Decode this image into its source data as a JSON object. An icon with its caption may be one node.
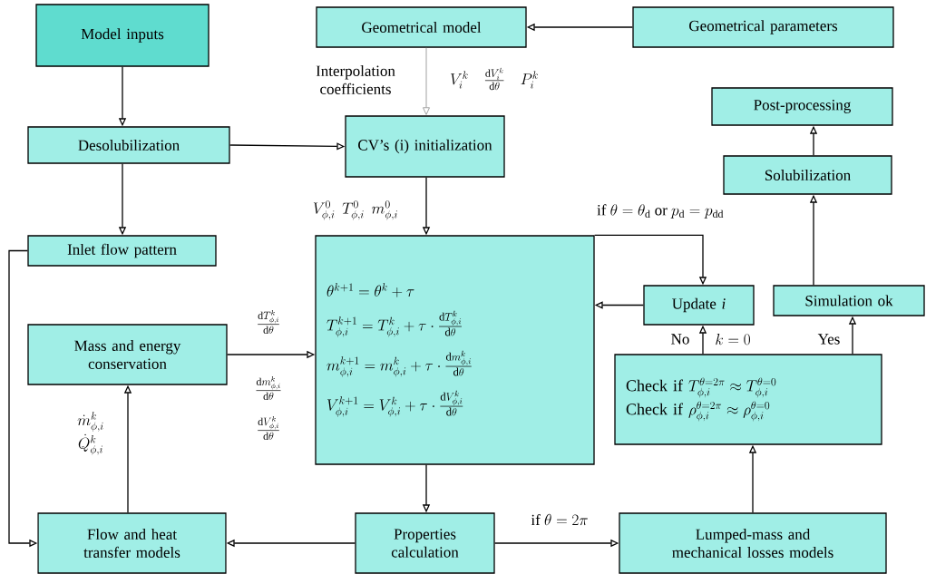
{
  "diagram": {
    "nodes": [
      {
        "text": [
          "Model inputs"
        ]
      },
      {
        "text": [
          "Geometrical model"
        ]
      },
      {
        "text": [
          "Geometrical parameters"
        ]
      },
      {
        "text": [
          "Desolubilization"
        ]
      },
      {
        "text": [
          "CV’s (i) initialization"
        ]
      },
      {
        "text": [
          "Post-processing"
        ]
      },
      {
        "text": [
          "Solubilization"
        ]
      },
      {
        "text": [
          "Inlet flow pattern"
        ]
      },
      {
        "text": [
          "\\theta^{k+1} = \\theta^{k} + \\tau",
          "T^{k+1}_{\\phi,i} = T^{k}_{\\phi,i} + \\tau \\cdot \\frac{\\mathrm{d}T^{k}_{\\phi,i}}{\\mathrm{d}\\theta}",
          "m^{k+1}_{\\phi,i} = m^{k}_{\\phi,i} + \\tau \\cdot \\frac{\\mathrm{d}m^{k}_{\\phi,i}}{\\mathrm{d}\\theta}",
          "V^{k+1}_{\\phi,i} = V^{k}_{\\phi,i} + \\tau \\cdot \\frac{\\mathrm{d}V^{k}_{\\phi,i}}{\\mathrm{d}\\theta}"
        ]
      },
      {
        "text": [
          "Update *i*"
        ]
      },
      {
        "text": [
          "Simulation ok"
        ]
      },
      {
        "text": [
          "Mass and energy conservation"
        ]
      },
      {
        "text": [
          "\\text{Check if } T^{\\theta=2\\pi}_{\\phi,i} \\approx T^{\\theta=0}_{\\phi,i}",
          "\\text{Check if } \\rho^{\\theta=2\\pi}_{\\phi,i} \\approx \\rho^{\\theta=0}_{\\phi,i}"
        ]
      },
      {
        "text": [
          "Flow and heat transfer models"
        ]
      },
      {
        "text": [
          "Properties calculation"
        ]
      },
      {
        "text": [
          "Lumped-mass and mechanical losses models"
        ]
      }
    ],
    "edges": [
      {
        "from": 2,
        "to": 1,
        "arrow": "to"
      },
      {
        "from": 1,
        "to": 4,
        "arrow": "to",
        "label": "Interpolation coefficients",
        "color": "#8c8c8c"
      },
      {
        "from": 0,
        "to": 3,
        "arrow": "to"
      },
      {
        "from": 3,
        "to": 4,
        "arrow": "to"
      },
      {
        "from": 3,
        "to": 7,
        "arrow": "to"
      },
      {
        "from": 4,
        "to": 8,
        "arrow": "to",
        "label": "V^{0}_{\\phi,i}\\;\\, T^{0}_{\\phi,i}\\;\\, m^{0}_{\\phi,i}"
      },
      {
        "from": 8,
        "to": 9,
        "arrow": "to",
        "label": "\\text{if } \\theta = \\theta_{\\mathrm{d}} \\text{ or } p_{\\mathrm{d}} = p_{\\mathrm{dd}}"
      },
      {
        "from": 9,
        "to": 8,
        "arrow": "to"
      },
      {
        "from": 12,
        "to": 9,
        "arrow": "to",
        "label": "No"
      },
      {
        "from": 12,
        "to": 10,
        "arrow": "to",
        "label": "Yes"
      },
      {
        "from": 10,
        "to": 6,
        "arrow": "to"
      },
      {
        "from": 6,
        "to": 5,
        "arrow": "to"
      },
      {
        "from": 7,
        "to": 13,
        "arrow": "to"
      },
      {
        "from": 13,
        "to": 11,
        "arrow": "to",
        "label": "\\begin{array}{c}\\dot{m}^{k}_{\\phi,i}\\\\[4pt] \\dot{Q}^{k}_{\\phi,i}\\end{array}"
      },
      {
        "from": 11,
        "to": 8,
        "arrow": "to",
        "label": "\\frac{\\mathrm{d}T^{k}_{\\phi,i}}{\\mathrm{d}\\theta}"
      },
      {
        "from": 8,
        "to": 14,
        "arrow": "to"
      },
      {
        "from": 14,
        "to": 13,
        "arrow": "to"
      },
      {
        "from": 14,
        "to": 15,
        "arrow": "to",
        "label": "\\text{if } \\theta = 2\\pi"
      },
      {
        "from": 15,
        "to": 12,
        "arrow": "to"
      }
    ],
    "labels": [
      "V^{k}_{i}\\quad \\frac{\\mathrm{d}V^{k}_{i}}{\\mathrm{d}\\theta}\\quad P^{k}_{i}",
      "k = 0",
      "\\frac{\\mathrm{d}m^{k}_{\\phi,i}}{\\mathrm{d}\\theta}",
      "\\frac{\\mathrm{d}V^{k}_{\\phi,i}}{\\mathrm{d}\\theta}"
    ]
  }
}
